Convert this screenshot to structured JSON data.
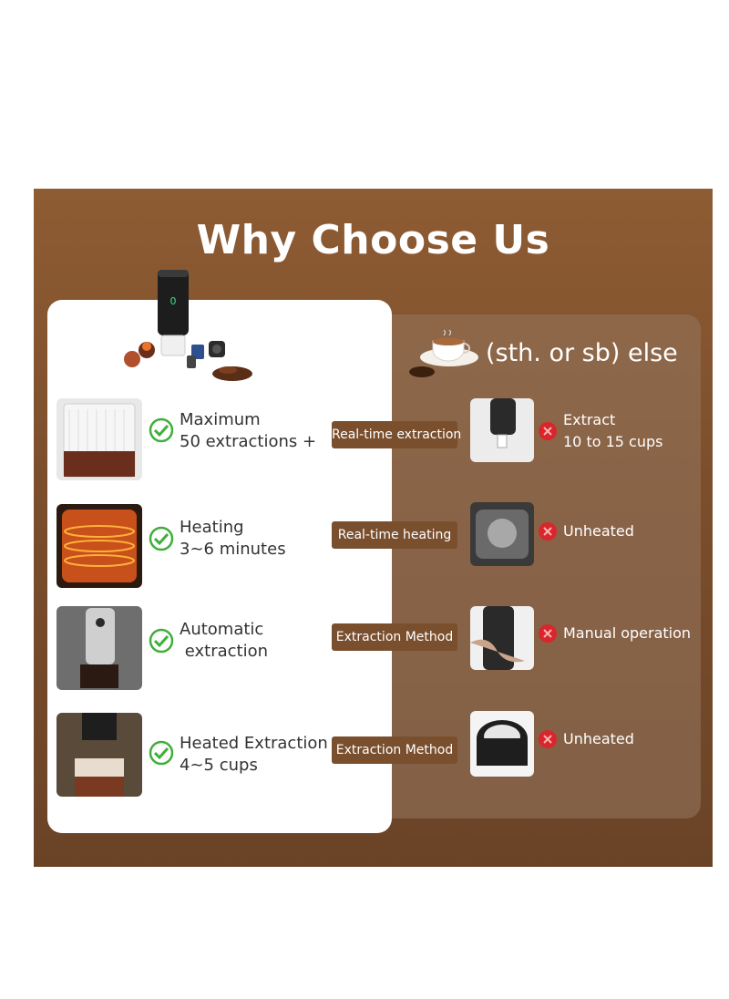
{
  "title": "Why Choose Us",
  "comparison_header": "(sth. or sb) else",
  "rows": [
    {
      "feature_line1": "Maximum",
      "feature_line2": "50 extractions +",
      "badge": "Real-time extraction",
      "other_line1": "Extract",
      "other_line2": "10 to 15 cups"
    },
    {
      "feature_line1": "Heating",
      "feature_line2": "3~6 minutes",
      "badge": "Real-time heating",
      "other_line1": "Unheated",
      "other_line2": ""
    },
    {
      "feature_line1": "Automatic",
      "feature_line2": " extraction",
      "badge": "Extraction Method",
      "other_line1": "Manual operation",
      "other_line2": ""
    },
    {
      "feature_line1": "Heated Extraction",
      "feature_line2": "4~5 cups",
      "badge": "Extraction Method",
      "other_line1": "Unheated",
      "other_line2": ""
    }
  ],
  "colors": {
    "brown": "#7a4f2e",
    "check": "#3fae3a",
    "cross": "#d9262c"
  },
  "icons": {
    "positive": "check-circle-icon",
    "negative": "x-circle-icon"
  }
}
